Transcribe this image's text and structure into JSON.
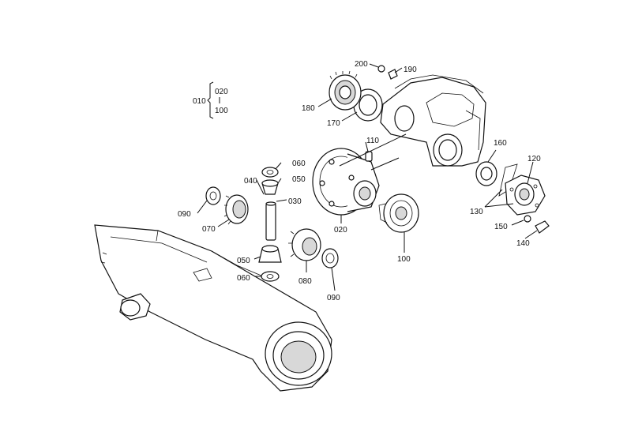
{
  "group_bracket": {
    "parent": "010",
    "children": [
      "020",
      "100"
    ]
  },
  "callouts": [
    {
      "id": "c200",
      "text": "200"
    },
    {
      "id": "c190",
      "text": "190"
    },
    {
      "id": "c180",
      "text": "180"
    },
    {
      "id": "c170",
      "text": "170"
    },
    {
      "id": "c110",
      "text": "110"
    },
    {
      "id": "c060a",
      "text": "060"
    },
    {
      "id": "c050a",
      "text": "050"
    },
    {
      "id": "c040",
      "text": "040"
    },
    {
      "id": "c030",
      "text": "030"
    },
    {
      "id": "c090a",
      "text": "090"
    },
    {
      "id": "c070",
      "text": "070"
    },
    {
      "id": "c020",
      "text": "020"
    },
    {
      "id": "c100",
      "text": "100"
    },
    {
      "id": "c050b",
      "text": "050"
    },
    {
      "id": "c060b",
      "text": "060"
    },
    {
      "id": "c080",
      "text": "080"
    },
    {
      "id": "c090b",
      "text": "090"
    },
    {
      "id": "c160",
      "text": "160"
    },
    {
      "id": "c120",
      "text": "120"
    },
    {
      "id": "c130",
      "text": "130"
    },
    {
      "id": "c150",
      "text": "150"
    },
    {
      "id": "c140",
      "text": "140"
    }
  ]
}
